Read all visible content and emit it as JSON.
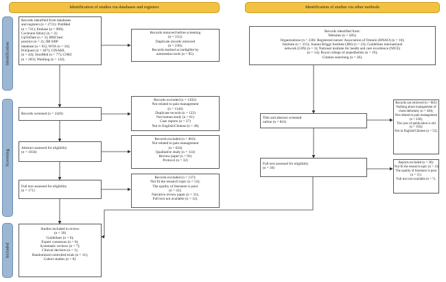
{
  "headers": {
    "left": "Identification of studies via databases and registers",
    "right": "Identification of studies via other methods"
  },
  "stages": {
    "identification": "Identification",
    "screening": "Screening",
    "included": "Included"
  },
  "boxes": {
    "records_identified": [
      "Records identified from databases",
      "and registers (n = 2711): PubMed",
      "(n = 731); Embase (n = 909);",
      "Cochrane library (n = 2);",
      "UpToDate (n = 3); BMJ best",
      "practice (n = 2); JBI EBP",
      "database (n = 65); WOS (n = 34);",
      "ProQuest (n = 467); CINAHL",
      "(n = 44); SinoMed (n = 77); CNKI",
      "(n = 283); Wanfang (n = 124)."
    ],
    "removed_before": [
      "Records removed before screening",
      "(n = 315):",
      "Duplicate records removed",
      "(n = 230);",
      "Records marked as ineligible by",
      "automation tools (n = 85)."
    ],
    "records_screened": [
      "Records screened (n = 2426)"
    ],
    "excluded_1": [
      "Records excluded (n = 1392):",
      "Not related to pain management",
      "(n = 1144)",
      "Duplicate records (n = 122)",
      "Not human study (n = 61)",
      "Case reports (n = 37)",
      "Not in English/Chinese (n = 28)"
    ],
    "abstract_assessed": [
      "Abstract assessed for eligibility",
      "(n = 1034)"
    ],
    "excluded_2": [
      "Records excluded (n = 863):",
      "Not related to pain management",
      "(n = 624)",
      "Qualitative study (n = 114)",
      "Review paper (n = 93)",
      "Protocol (n = 32)"
    ],
    "fulltext_left": [
      "Full text assessed for eligibility",
      "(n = 171)"
    ],
    "excluded_3": [
      "Records excluded (n = 137):",
      "Not fit the research topic (n = 53);",
      "The quality of literature is poor",
      "(n = 41);",
      "Narrative review paper (n = 31);",
      "Full text not available (n = 12)."
    ],
    "included": [
      "Studies included in review",
      "(n = 39)",
      "Guidelines (n = 6);",
      "Expert consensus (n = 6);",
      "Systematic reviews (n = 7);",
      "Clinical decision (n = 1);",
      "Randomized controlled trials (n = 11);",
      "Cohort studies (n = 8)."
    ],
    "other_identified": [
      "Records identified from:",
      "Websites (n = 585);",
      "Organizations (n = 230): Registered nurses' Association of Ontario (RNAO) (n = 10);",
      "Institute (n = 315); Joanna Briggs Institute (JBI) (n = 23); Guidelines international",
      "network (GIN) (n = 3); National institute for health and care excellence (NICE)",
      "(n = 14); Royal college of anaesthetists (n = 19);",
      "Citation searching (n = 26)."
    ],
    "title_abstract": [
      "Title and abstract screened",
      "online (n = 841)"
    ],
    "not_retrieved": [
      "Records not retrieved (n = 805)",
      "Nothing about management of",
      "chest deformity (n = 430);",
      "Not related to pain management",
      "(n = 228);",
      "The year of publication is old",
      "(n = 194);",
      "Not in English/Chinese (n = 53)."
    ],
    "fulltext_right": [
      "Full text assessed for eligibility",
      "(n = 36)"
    ],
    "excluded_right": [
      "Reports excluded (n = 30):",
      "Not fit the research topic (n = 13);",
      "The quality of literature is poor",
      "(n = 11);",
      "Full text not available (n = 7)."
    ]
  }
}
